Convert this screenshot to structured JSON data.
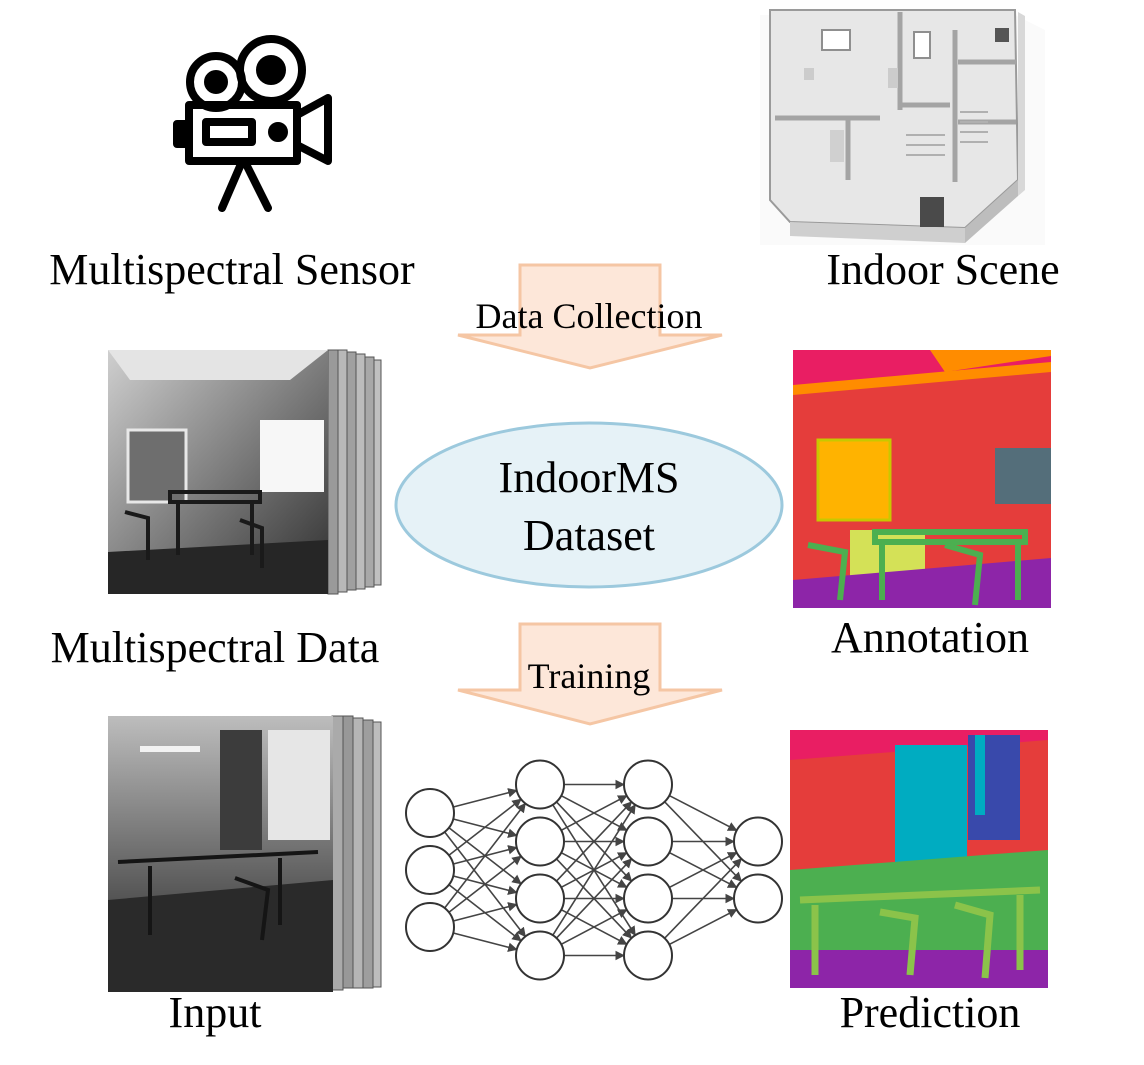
{
  "labels": {
    "sensor": "Multispectral Sensor",
    "scene": "Indoor Scene",
    "ms_data": "Multispectral Data",
    "annotation": "Annotation",
    "input": "Input",
    "prediction": "Prediction"
  },
  "arrows": {
    "collection": "Data Collection",
    "training": "Training"
  },
  "dataset": {
    "line1": "IndoorMS",
    "line2": "Dataset"
  },
  "network": {
    "layers": [
      3,
      4,
      4,
      2
    ]
  },
  "icons": {
    "sensor": "video-camera-icon",
    "scene": "floor-plan-icon"
  },
  "colors": {
    "arrow_fill": "#fde7d9",
    "arrow_stroke": "#f5c6a4",
    "ellipse_fill": "#e6f2f7",
    "ellipse_stroke": "#9cc9dd",
    "seg_red": "#e53d3b",
    "seg_purple": "#8d25a8",
    "seg_green": "#4caf50",
    "seg_lightgreen": "#8bc34a",
    "seg_yellow": "#d4e157",
    "seg_orange": "#ff8c00",
    "seg_pink": "#e91e63",
    "seg_cyan": "#00acc1",
    "seg_blue": "#3949ab",
    "seg_slate": "#546e7a"
  }
}
